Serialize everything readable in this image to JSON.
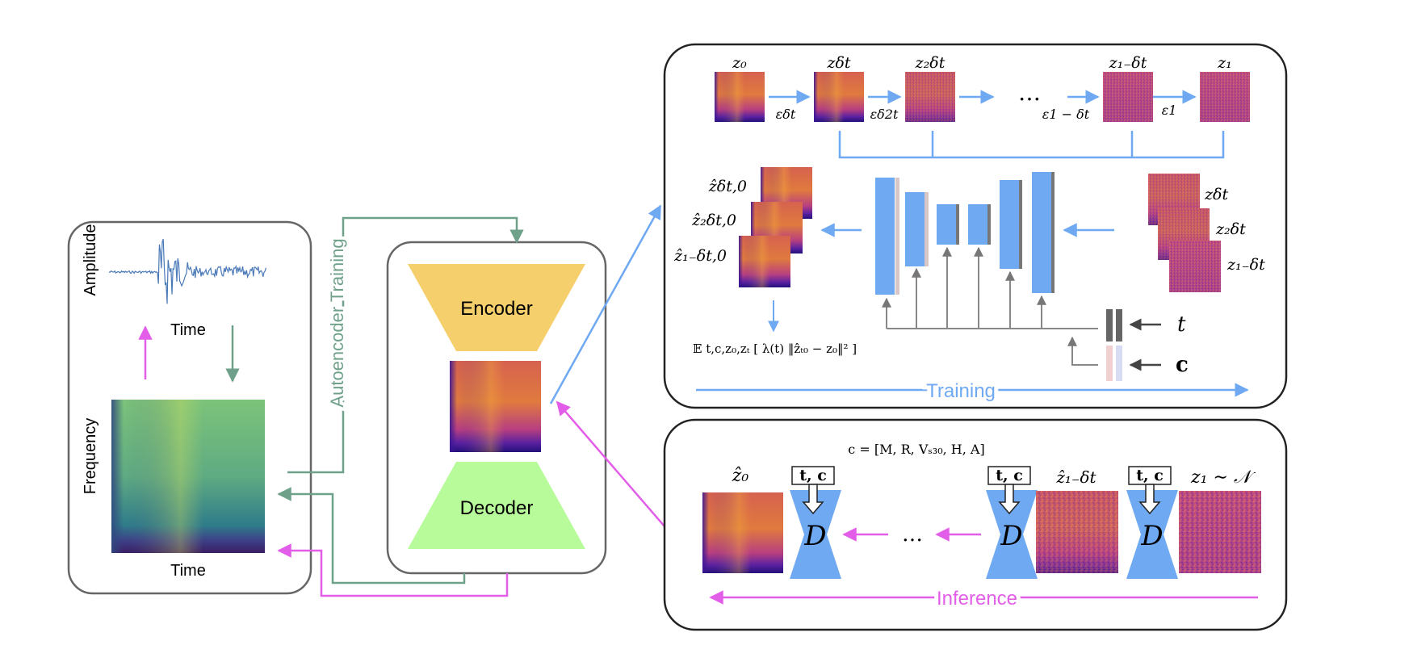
{
  "waveform_panel": {
    "amplitude_label": "Amplitude",
    "time_label_top": "Time",
    "frequency_label": "Frequency",
    "time_label_bottom": "Time"
  },
  "autoencoder": {
    "training_label": "Autoencoder Training",
    "encoder_label": "Encoder",
    "decoder_label": "Decoder"
  },
  "training_panel": {
    "forward_latents": [
      "z₀",
      "zδt",
      "z₂δt",
      "z₁₋δt",
      "z₁"
    ],
    "noise_labels": [
      "εδt",
      "εδ2t",
      "ε1 − δt",
      "ε1"
    ],
    "ellipsis": "…",
    "predicted_latents": [
      "ẑδt,0",
      "ẑ₂δt,0",
      "ẑ₁₋δt,0"
    ],
    "noisy_inputs": [
      "zδt",
      "z₂δt",
      "z₁₋δt"
    ],
    "loss": "𝔼 t,c,z₀,zₜ [ λ(t) ‖ẑₜ₀ − z₀‖² ]",
    "t_label": "t",
    "c_label": "c",
    "training_label": "Training"
  },
  "inference_panel": {
    "condition": "c = [M, R, Vₛ₃₀, H, A]",
    "z0_hat": "ẑ₀",
    "z1mdt_hat": "ẑ₁₋δt",
    "z1_prior": "z₁ ∼ 𝒩",
    "tc_label": "t, c",
    "d_label": "D",
    "ellipsis": "…",
    "inference_label": "Inference"
  },
  "colors": {
    "blue": "#6fa9f2",
    "magenta": "#e35ee8",
    "teal": "#6fa18a",
    "encoder": "#f5cf6b",
    "decoder": "#b8fb9a",
    "frame": "#555555"
  }
}
